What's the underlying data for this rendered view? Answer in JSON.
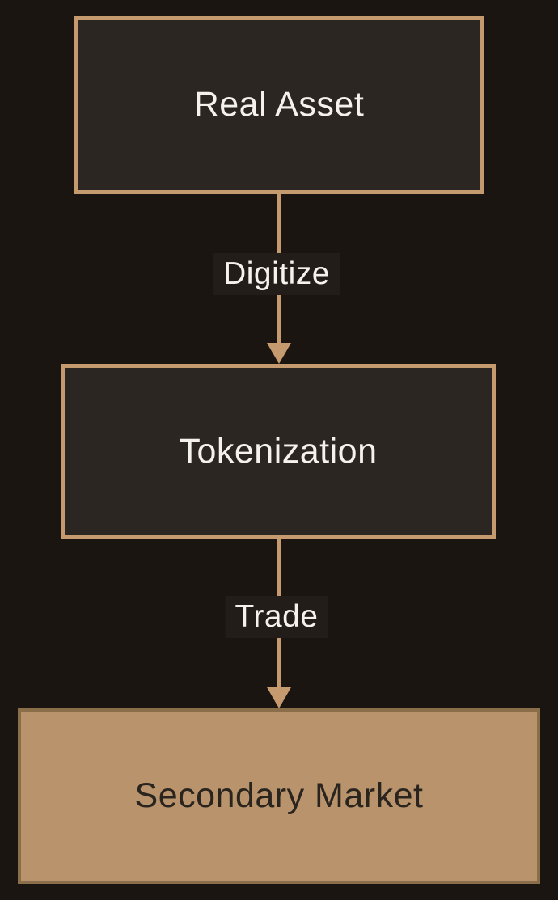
{
  "diagram": {
    "type": "flowchart",
    "direction": "top-down",
    "nodes": [
      {
        "id": "real-asset",
        "label": "Real Asset",
        "style": "dark-box-tan-border"
      },
      {
        "id": "tokenization",
        "label": "Tokenization",
        "style": "dark-box-tan-border"
      },
      {
        "id": "secondary-market",
        "label": "Secondary Market",
        "style": "tan-filled-box"
      }
    ],
    "edges": [
      {
        "from": "real-asset",
        "to": "tokenization",
        "label": "Digitize"
      },
      {
        "from": "tokenization",
        "to": "secondary-market",
        "label": "Trade"
      }
    ]
  },
  "colors": {
    "background": "#1a1511",
    "node_fill_dark": "#2b2622",
    "node_border_tan": "#c49a6e",
    "node_fill_tan": "#b8936b",
    "node_border_dark_tan": "#8a6e49",
    "text_light": "#f5f2ee",
    "text_dark": "#2a241f",
    "arrow": "#c49a6e",
    "edge_label_bg": "#221d19"
  }
}
